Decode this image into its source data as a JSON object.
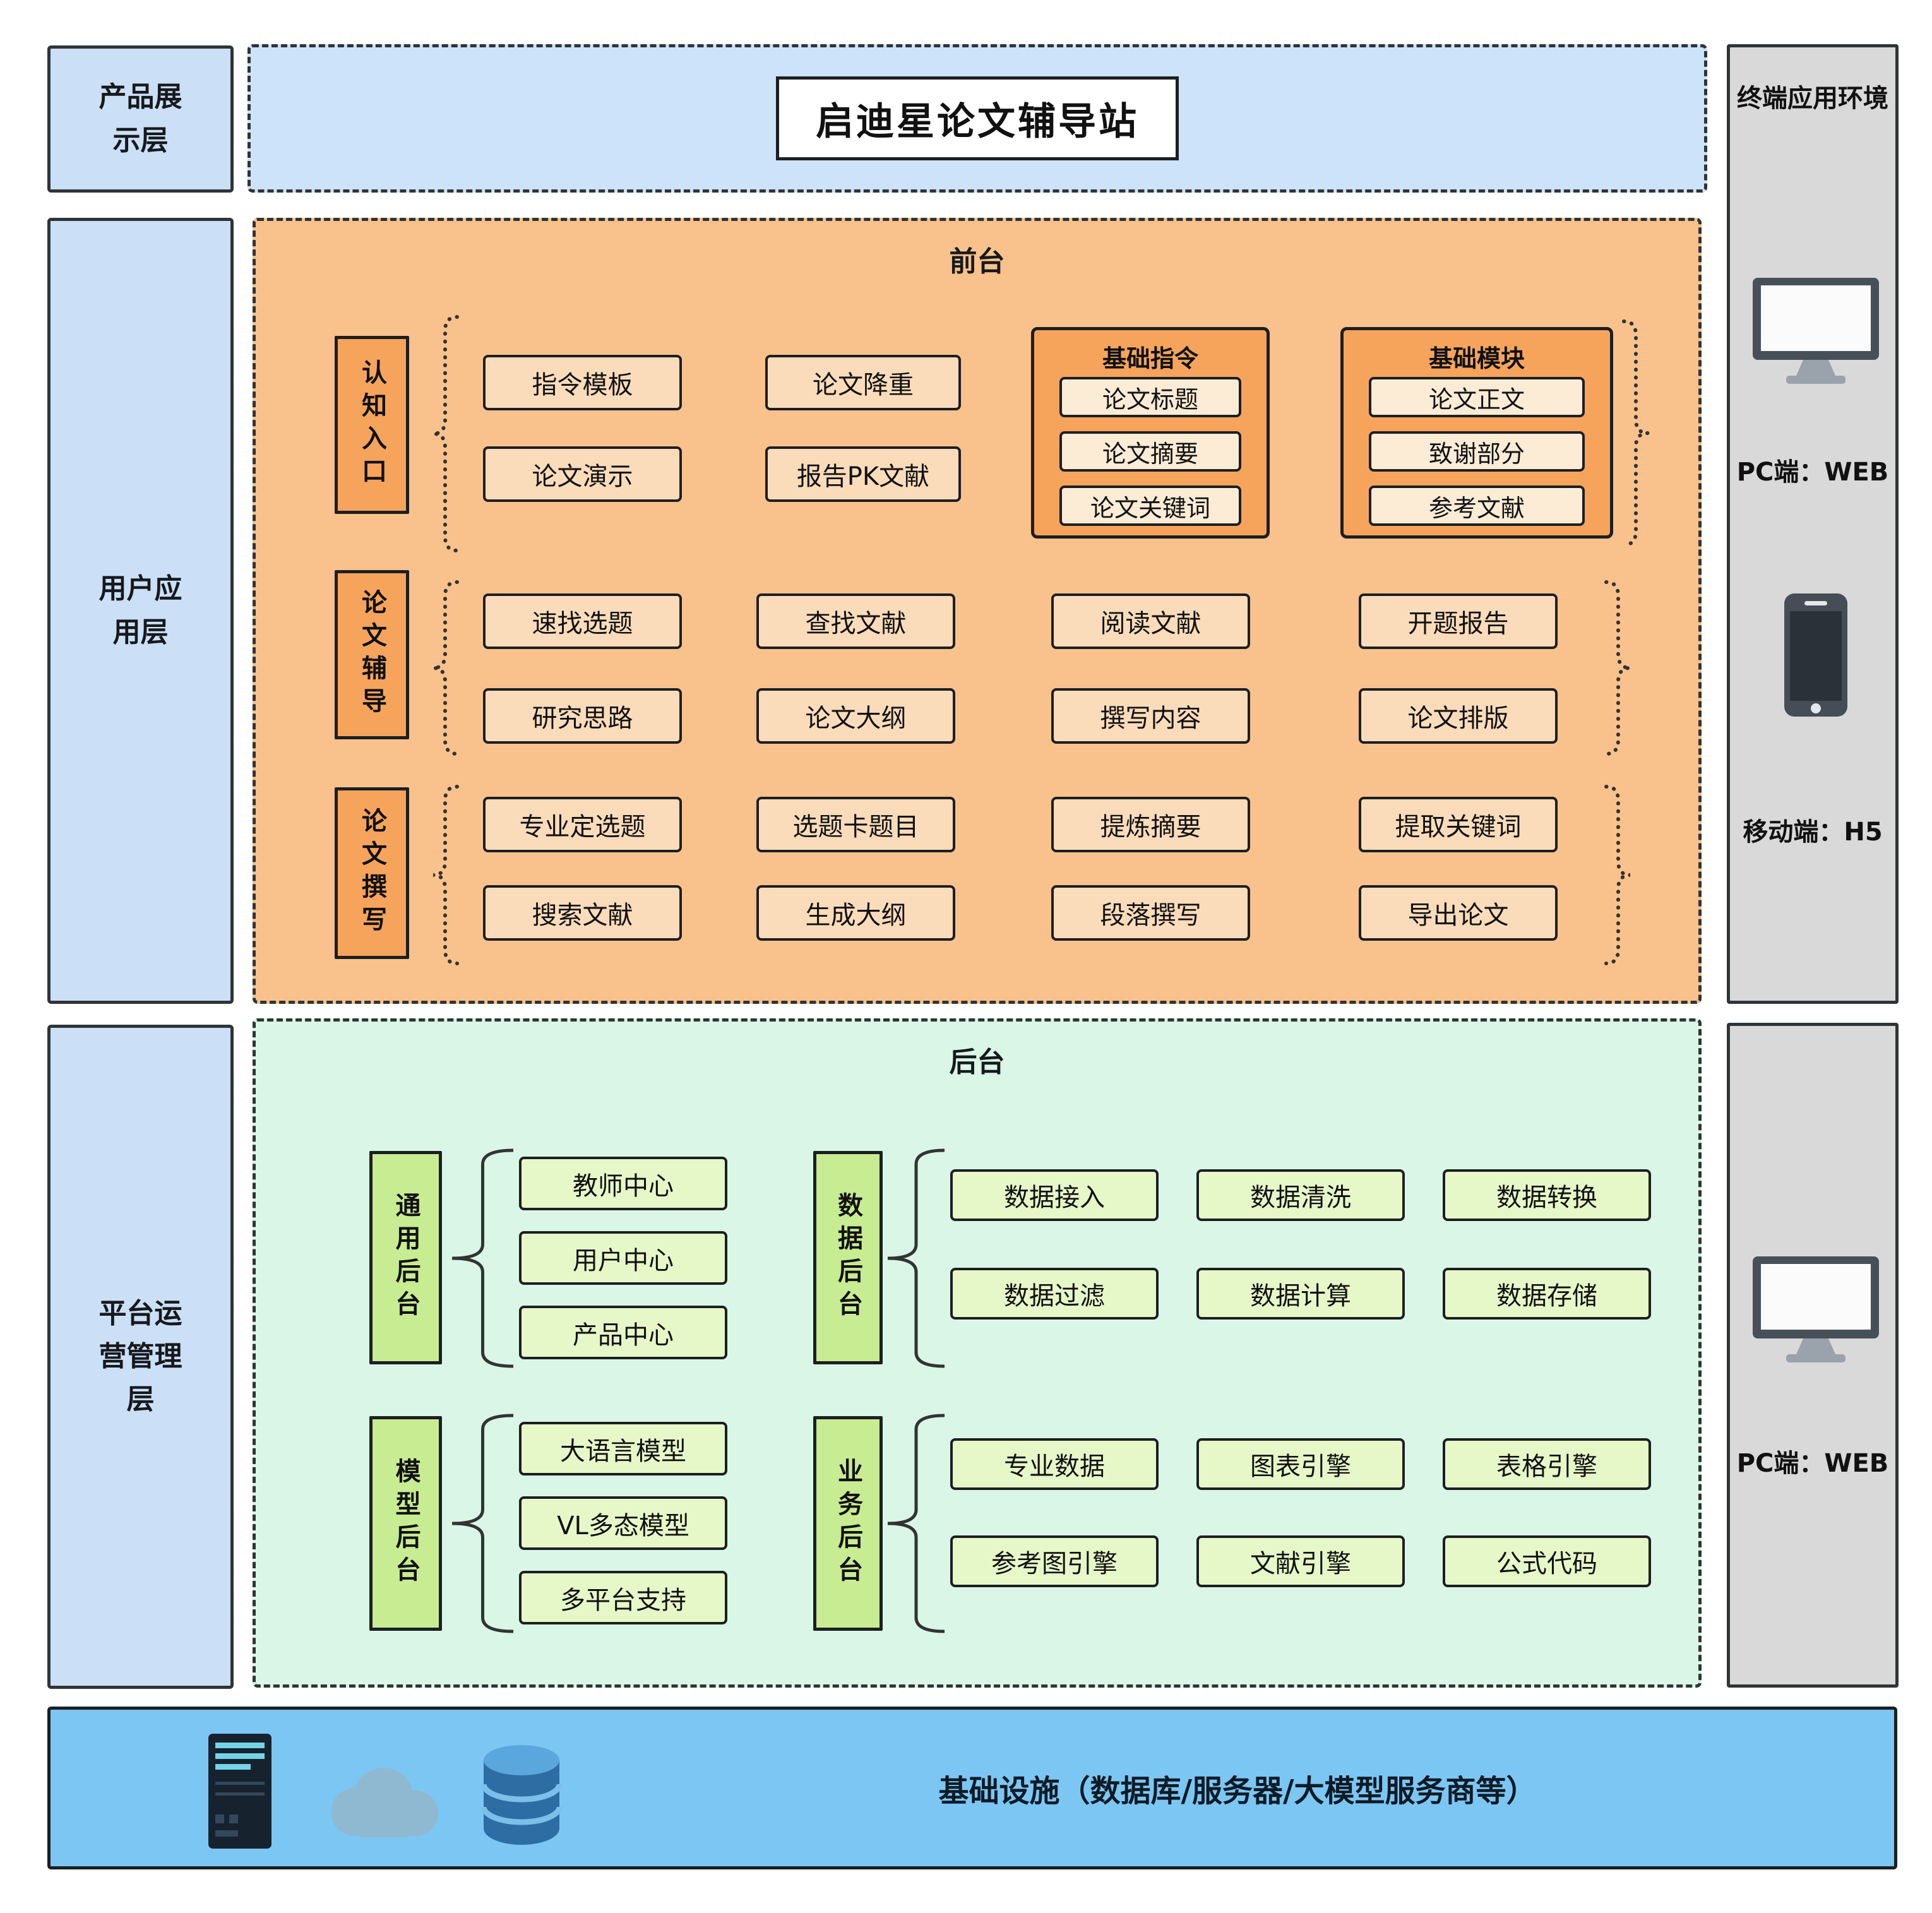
{
  "title": "启迪星论文辅导站",
  "layers": [
    {
      "label": "产品展示层"
    },
    {
      "label": "用户应用层"
    },
    {
      "label": "平台运营管理层"
    }
  ],
  "frontend": {
    "label": "前台",
    "rows": [
      {
        "side_label": "认知入口",
        "items": [
          "指令模板",
          "论文演示",
          "论文降重",
          "报告PK文献"
        ],
        "groups": [
          {
            "label": "基础指令",
            "items": [
              "论文标题",
              "论文摘要",
              "论文关键词"
            ]
          },
          {
            "label": "基础模块",
            "items": [
              "论文正文",
              "致谢部分",
              "参考文献"
            ]
          }
        ]
      },
      {
        "side_label": "论文辅导",
        "items": [
          "速找选题",
          "研究思路",
          "查找文献",
          "论文大纲",
          "阅读文献",
          "撰写内容",
          "开题报告",
          "论文排版"
        ]
      },
      {
        "side_label": "论文撰写",
        "items": [
          "专业定选题",
          "搜索文献",
          "选题卡题目",
          "生成大纲",
          "提炼摘要",
          "段落撰写",
          "提取关键词",
          "导出论文"
        ]
      }
    ]
  },
  "backend": {
    "label": "后台",
    "groups": [
      {
        "side_label": "通用后台",
        "items": [
          "教师中心",
          "用户中心",
          "产品中心"
        ]
      },
      {
        "side_label": "数据后台",
        "items": [
          "数据接入",
          "数据清洗",
          "数据转换",
          "数据过滤",
          "数据计算",
          "数据存储"
        ]
      },
      {
        "side_label": "模型后台",
        "items": [
          "大语言模型",
          "VL多态模型",
          "多平台支持"
        ]
      },
      {
        "side_label": "业务后台",
        "items": [
          "专业数据",
          "图表引擎",
          "表格引擎",
          "参考图引擎",
          "文献引擎",
          "公式代码"
        ]
      }
    ]
  },
  "terminal": {
    "title": "终端应用环境",
    "top": {
      "pc_label": "PC端：WEB",
      "mobile_label": "移动端：H5"
    },
    "bottom": {
      "pc_label": "PC端：WEB"
    }
  },
  "infrastructure": {
    "label": "基础设施（数据库/服务器/大模型服务商等）"
  },
  "icons": [
    "monitor-icon",
    "smartphone-icon",
    "server-icon",
    "cloud-icon",
    "database-icon"
  ],
  "palette": {
    "layer_blue": "#cbe0f7",
    "title_blue": "#cde3fa",
    "frontend_orange": "#f9c28c",
    "frontend_accent": "#f6a45c",
    "frontend_node": "#fbdcba",
    "backend_green": "#d9f6e6",
    "backend_accent": "#c8ec92",
    "backend_node": "#e7f8c8",
    "terminal_gray": "#d9d9d9",
    "infra_blue": "#7cc6f4",
    "border_dark": "#2f3437"
  }
}
